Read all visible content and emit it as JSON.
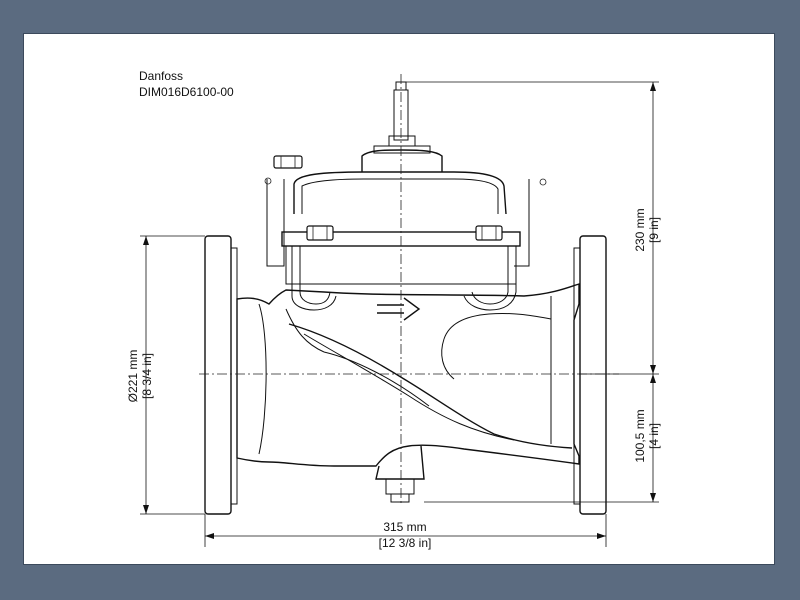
{
  "title_block": {
    "manufacturer": "Danfoss",
    "drawing_number": "DIM016D6100-00"
  },
  "dimensions": {
    "height_top": {
      "metric": "230 mm",
      "imperial": "[9 in]"
    },
    "height_bottom": {
      "metric": "100,5 mm",
      "imperial": "[4 in]"
    },
    "flange_diameter": {
      "metric": "Ø221 mm",
      "imperial": "[8 3/4 in]"
    },
    "length": {
      "metric": "315 mm",
      "imperial": "[12 3/8 in]"
    }
  },
  "colors": {
    "background": "#5b6b80",
    "sheet": "#ffffff",
    "line": "#111111"
  }
}
